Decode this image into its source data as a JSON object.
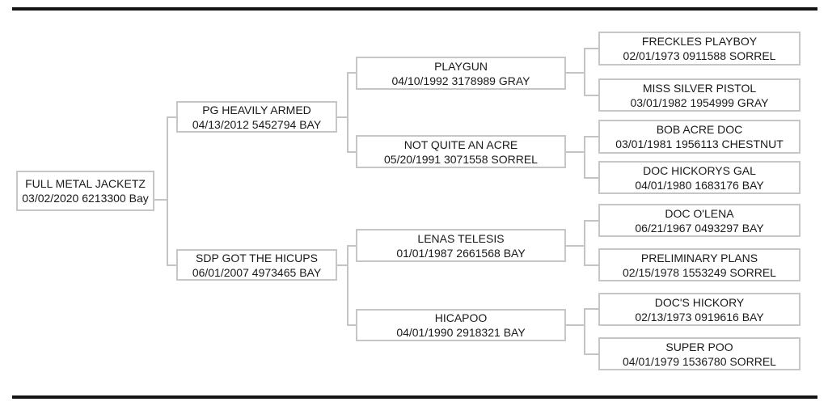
{
  "title": "Horse pedigree chart",
  "colors": {
    "background": "#ffffff",
    "rule": "#141414",
    "box_border": "#c6c6c6",
    "connector": "#c4c4c4",
    "text": "#1a1a1a"
  },
  "pedigree": {
    "generations": 4,
    "nodes": [
      {
        "name": "FULL METAL JACKETZ",
        "foaled": "03/02/2020",
        "reg": "6213300",
        "color": "Bay"
      },
      {
        "name": "PG HEAVILY ARMED",
        "foaled": "04/13/2012",
        "reg": "5452794",
        "color": "BAY"
      },
      {
        "name": "SDP GOT THE HICUPS",
        "foaled": "06/01/2007",
        "reg": "4973465",
        "color": "BAY"
      },
      {
        "name": "PLAYGUN",
        "foaled": "04/10/1992",
        "reg": "3178989",
        "color": "GRAY"
      },
      {
        "name": "NOT QUITE AN ACRE",
        "foaled": "05/20/1991",
        "reg": "3071558",
        "color": "SORREL"
      },
      {
        "name": "LENAS TELESIS",
        "foaled": "01/01/1987",
        "reg": "2661568",
        "color": "BAY"
      },
      {
        "name": "HICAPOO",
        "foaled": "04/01/1990",
        "reg": "2918321",
        "color": "BAY"
      },
      {
        "name": "FRECKLES PLAYBOY",
        "foaled": "02/01/1973",
        "reg": "0911588",
        "color": "SORREL"
      },
      {
        "name": "MISS SILVER PISTOL",
        "foaled": "03/01/1982",
        "reg": "1954999",
        "color": "GRAY"
      },
      {
        "name": "BOB ACRE DOC",
        "foaled": "03/01/1981",
        "reg": "1956113",
        "color": "CHESTNUT"
      },
      {
        "name": "DOC HICKORYS GAL",
        "foaled": "04/01/1980",
        "reg": "1683176",
        "color": "BAY"
      },
      {
        "name": "DOC O'LENA",
        "foaled": "06/21/1967",
        "reg": "0493297",
        "color": "BAY"
      },
      {
        "name": "PRELIMINARY PLANS",
        "foaled": "02/15/1978",
        "reg": "1553249",
        "color": "SORREL"
      },
      {
        "name": "DOC'S HICKORY",
        "foaled": "02/13/1973",
        "reg": "0919616",
        "color": "BAY"
      },
      {
        "name": "SUPER POO",
        "foaled": "04/01/1979",
        "reg": "1536780",
        "color": "SORREL"
      }
    ]
  }
}
